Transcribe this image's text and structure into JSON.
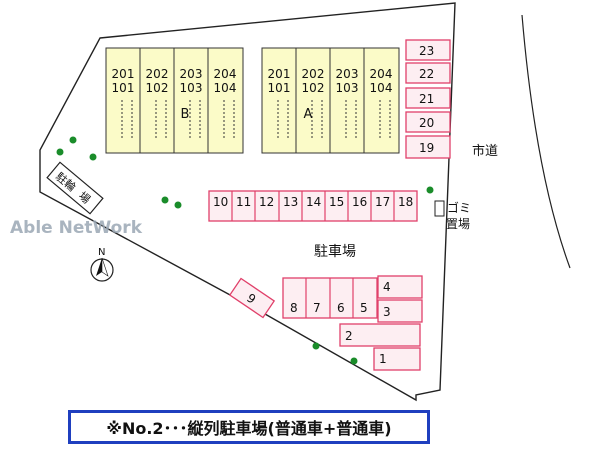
{
  "watermark": "Able NetWork",
  "compass": {
    "label": "N"
  },
  "buildings": [
    {
      "name": "B",
      "units": [
        {
          "upper": "201",
          "lower": "101"
        },
        {
          "upper": "202",
          "lower": "102"
        },
        {
          "upper": "203",
          "lower": "103"
        },
        {
          "upper": "204",
          "lower": "104"
        }
      ]
    },
    {
      "name": "A",
      "units": [
        {
          "upper": "201",
          "lower": "101"
        },
        {
          "upper": "202",
          "lower": "102"
        },
        {
          "upper": "203",
          "lower": "103"
        },
        {
          "upper": "204",
          "lower": "104"
        }
      ]
    }
  ],
  "parking": {
    "right_column": [
      "23",
      "22",
      "21",
      "20",
      "19"
    ],
    "middle_row": [
      "10",
      "11",
      "12",
      "13",
      "14",
      "15",
      "16",
      "17",
      "18"
    ],
    "lower_row": [
      "8",
      "7",
      "6",
      "5"
    ],
    "lower_right": [
      "4",
      "3"
    ],
    "slot_9": "9",
    "slot_2": "2",
    "slot_1": "1"
  },
  "labels": {
    "parking_lot": "駐車場",
    "city_road": "市道",
    "garbage_1": "ゴミ",
    "garbage_2": "置場",
    "bicycle_1": "駐輪",
    "bicycle_2": "場"
  },
  "footer": {
    "note": "※No.2･･･縦列駐車場(普通車+普通車)"
  },
  "colors": {
    "building_fill": "#fbfbc8",
    "parking_stroke": "#e0406a",
    "parking_fill": "#fdeef2",
    "tree": "#1a8c2a",
    "footer_border": "#1f3fbf"
  }
}
